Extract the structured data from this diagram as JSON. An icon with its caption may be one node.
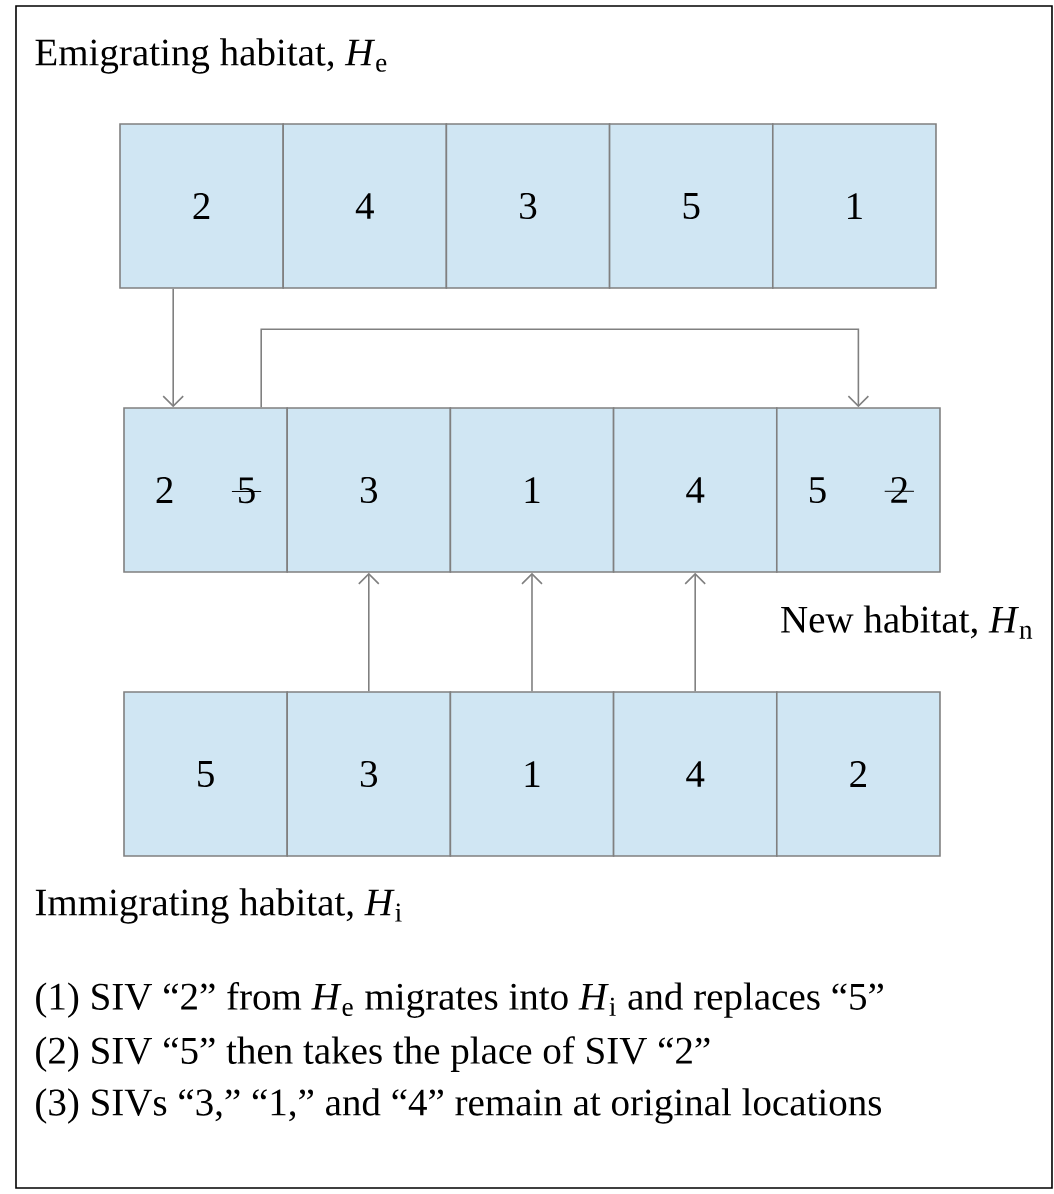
{
  "diagram": {
    "nodes": [
      {
        "text": [
          "2"
        ]
      },
      {
        "text": [
          "4"
        ]
      },
      {
        "text": [
          "3"
        ]
      },
      {
        "text": [
          "5"
        ]
      },
      {
        "text": [
          "1"
        ]
      },
      {
        "text": [
          "2",
          "5"
        ]
      },
      {
        "text": [
          "3"
        ]
      },
      {
        "text": [
          "1"
        ]
      },
      {
        "text": [
          "4"
        ]
      },
      {
        "text": [
          "5",
          "2"
        ]
      },
      {
        "text": [
          "5"
        ]
      },
      {
        "text": [
          "3"
        ]
      },
      {
        "text": [
          "1"
        ]
      },
      {
        "text": [
          "4"
        ]
      },
      {
        "text": [
          "2"
        ]
      }
    ],
    "edges": [
      {
        "from": 0,
        "to": 5,
        "arrow": "to"
      },
      {
        "from": 5,
        "to": 9,
        "arrow": "to"
      },
      {
        "from": 11,
        "to": 6,
        "arrow": "to"
      },
      {
        "from": 12,
        "to": 7,
        "arrow": "to"
      },
      {
        "from": 13,
        "to": 8,
        "arrow": "to"
      }
    ],
    "labels": [
      "Emigrating habitat, *H*$_{e}$",
      "New habitat, *H*$_{n}$",
      "Immigrating habitat, *H*$_{i}$",
      "(1) SIV “2” from *H*$_{e}$ migrates into *H*$_{i}$ and replaces “5”",
      "(2) SIV “5” then takes the place of SIV “2”",
      "(3) SIVs “3,” “1,” and “4” remain at original locations"
    ]
  }
}
